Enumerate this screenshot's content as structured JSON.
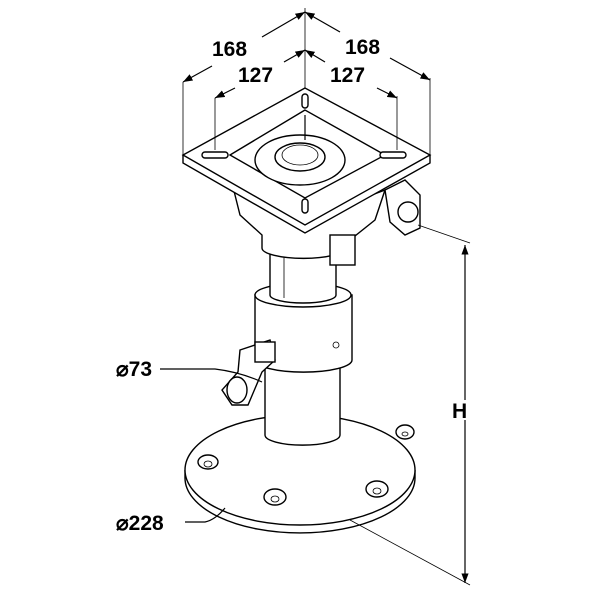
{
  "dimensions": {
    "outer_left": "168",
    "outer_right": "168",
    "inner_left": "127",
    "inner_right": "127",
    "column_diameter": "⌀73",
    "height": "H",
    "base_diameter": "⌀228"
  }
}
